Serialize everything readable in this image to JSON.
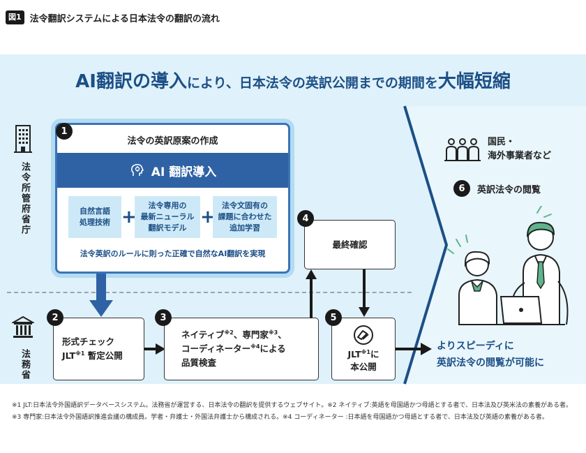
{
  "figure": {
    "badge": "図1",
    "title": "法令翻訳システムによる日本法令の翻訳の流れ"
  },
  "headline": {
    "part1": "AI翻訳の導入",
    "part2": "により、日本法令の英訳公開までの期間を",
    "part3": "大幅短縮"
  },
  "lanes": {
    "top": "法令所管府省庁",
    "bottom": "法務省"
  },
  "step1": {
    "num": "1",
    "title": "法令の英訳原案の作成",
    "ai_label": "AI 翻訳導入",
    "sub1": "自然言語\n処理技術",
    "sub2": "法令専用の\n最新ニューラル\n翻訳モデル",
    "sub3": "法令文固有の\n課題に合わせた\n追加学習",
    "plus": "+",
    "foot": "法令英訳のルールに則った正確で自然なAI翻訳を実現"
  },
  "step2": {
    "num": "2",
    "line1": "形式チェック",
    "line2a": "JLT",
    "sup": "※1",
    "line2b": "暫定公開"
  },
  "step3": {
    "num": "3",
    "a": "ネイティブ",
    "s1": "※2",
    "b": "、専門家",
    "s2": "※3",
    "c": "、",
    "d": "コーディネーター",
    "s3": "※4",
    "e": "による",
    "f": "品質検査"
  },
  "step4": {
    "num": "4",
    "label": "最終確認"
  },
  "step5": {
    "num": "5",
    "a": "JLT",
    "sup": "※1",
    "b": "に",
    "c": "本公開"
  },
  "right": {
    "citizens": "国民・\n海外事業者など",
    "step6_num": "6",
    "step6": "英訳法令の閲覧",
    "result_line1": "よりスピーディに",
    "result_line2": "英訳法令の閲覧が可能に"
  },
  "footnote": "※1 JLT:日本法令外国語訳データベースシステム。法務省が運営する、日本法令の翻訳を提供するウェブサイト。※2 ネイティブ:英語を母国語かつ母語とする者で、日本法及び英米法の素養がある者。※3 専門家:日本法令外国語訳推進会議の構成員。学者・弁護士・外国法弁護士から構成される。※4 コーディネーター :日本語を母国語かつ母語とする者で、日本法及び英語の素養がある者。",
  "colors": {
    "navy": "#1c4f86",
    "blue": "#2e62a5",
    "light": "#dff1fa",
    "accent": "#5fb38c"
  }
}
